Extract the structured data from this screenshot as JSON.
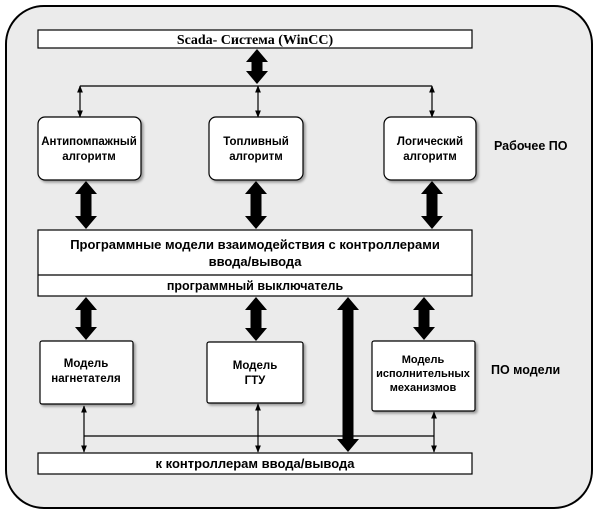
{
  "diagram": {
    "top_bar": "Scada- Система (WinCC)",
    "algorithms": {
      "antisurge": [
        "Антипомпажный",
        "алгоритм"
      ],
      "fuel": [
        "Топливный",
        "алгоритм"
      ],
      "logic": [
        "Логический",
        "алгоритм"
      ]
    },
    "working_software_label": "Рабочее ПО",
    "models_block": [
      "Программные модели взаимодействия с контроллерами",
      "ввода/вывода"
    ],
    "switch_label": "программный выключатель",
    "models": {
      "compressor": [
        "Модель",
        "нагнетателя"
      ],
      "gtu": [
        "Модель",
        "ГТУ"
      ],
      "actuators": [
        "Модель",
        "исполнительных",
        "механизмов"
      ]
    },
    "model_software_label": "ПО модели",
    "bottom_bar": "к контроллерам ввода/вывода"
  },
  "colors": {
    "background": "#ebebeb",
    "box": "#ffffff",
    "stroke": "#000000"
  }
}
